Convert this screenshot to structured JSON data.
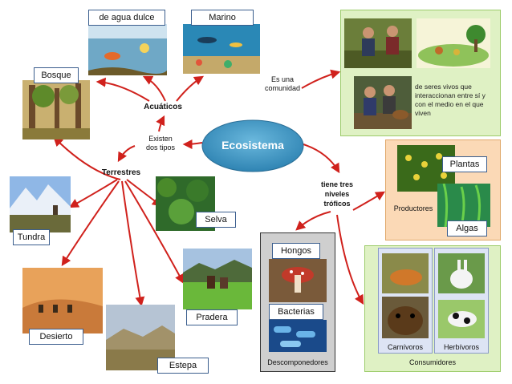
{
  "center": {
    "label": "Ecosistema",
    "color": "#4a9cc6"
  },
  "links": {
    "es_una_comunidad": "Es una\ncomunidad",
    "existen_dos_tipos": "Existen\ndos tipos",
    "tiene_tres_niveles": "tiene tres\nniveles\ntróficos"
  },
  "community": {
    "text": "de seres vivos que interaccionan entre sí y con el medio en el que viven",
    "panel_color": "#dff1c4"
  },
  "types": {
    "acuaticos": "Acuáticos",
    "terrestres": "Terrestres"
  },
  "aquatic": {
    "agua_dulce": "de agua dulce",
    "marino": "Marino"
  },
  "terrestrial": {
    "bosque": "Bosque",
    "tundra": "Tundra",
    "desierto": "Desierto",
    "estepa": "Estepa",
    "pradera": "Pradera",
    "selva": "Selva"
  },
  "trophic": {
    "productores": "Productores",
    "plantas": "Plantas",
    "algas": "Algas",
    "descomponedores": "Descomponedores",
    "hongos": "Hongos",
    "bacterias": "Bacterias",
    "consumidores": "Consumidores",
    "carnivoros": "Carnívoros",
    "herbivoros": "Herbívoros"
  },
  "colors": {
    "arrow": "#d0211c",
    "label_border": "#3b5e8e",
    "productores_panel": "#fbd9b6",
    "consumidores_panel": "#dff1c4",
    "descomponedores_panel": "#cfcfcf",
    "consumer_inner": "#dde4f4"
  }
}
